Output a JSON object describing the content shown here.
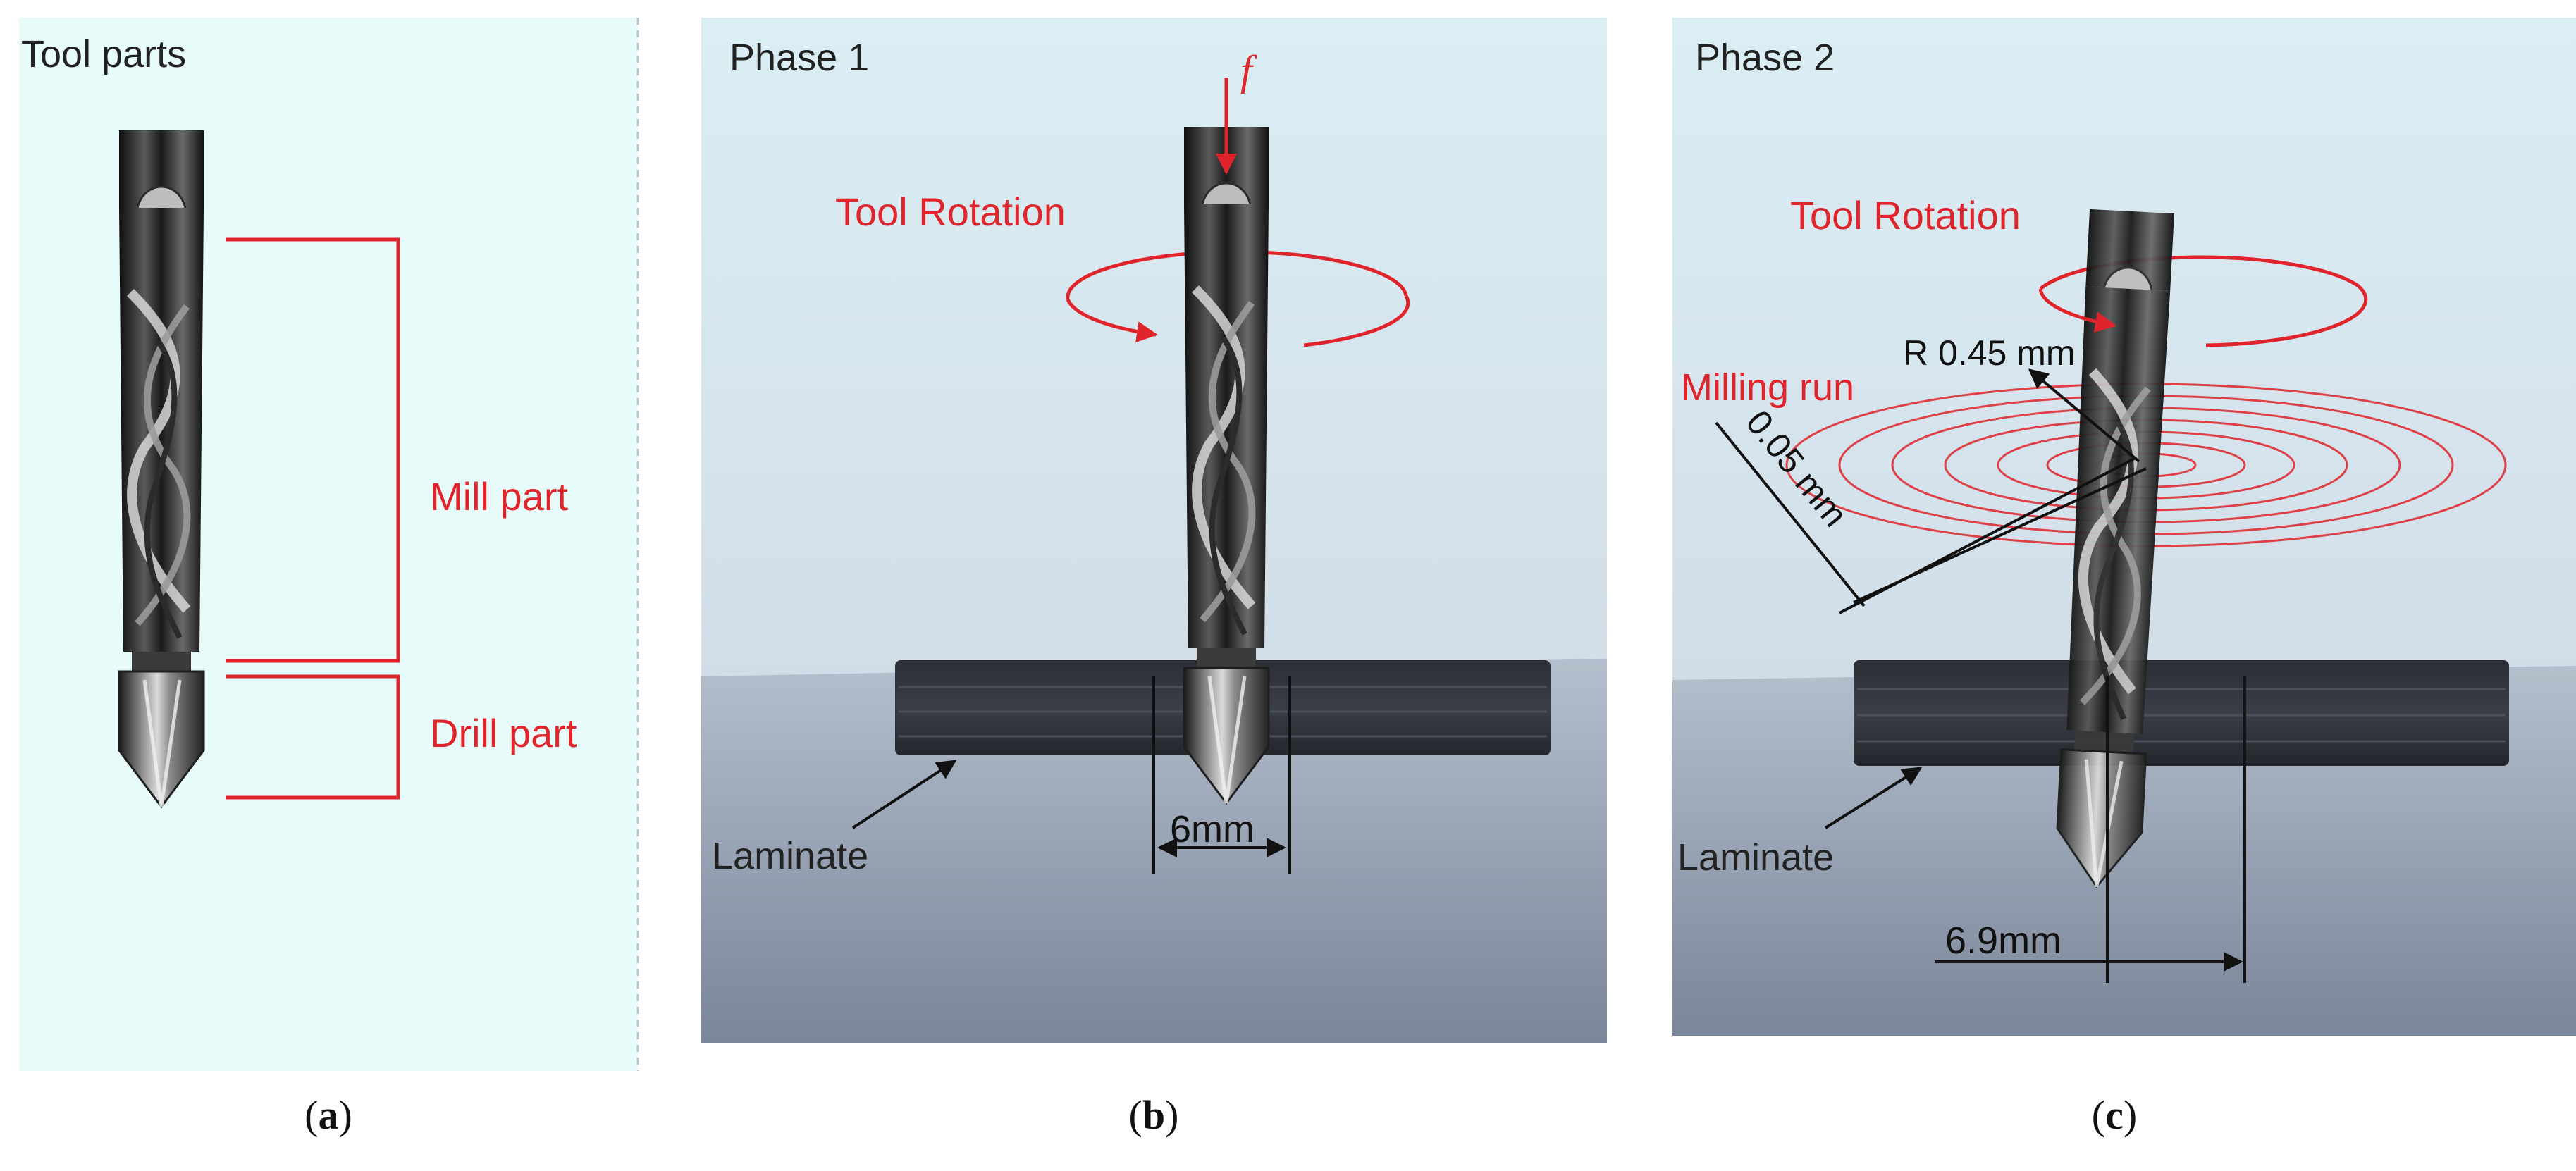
{
  "panels": {
    "a": {
      "title": "Tool parts",
      "labels": {
        "mill": "Mill part",
        "drill": "Drill part"
      },
      "caption_paren_open": "(",
      "caption_letter": "a",
      "caption_paren_close": ")"
    },
    "b": {
      "title": "Phase 1",
      "feed_symbol": "f",
      "rotation_label": "Tool Rotation",
      "material_label": "Laminate",
      "dimension_label": "6mm",
      "caption_paren_open": "(",
      "caption_letter": "b",
      "caption_paren_close": ")"
    },
    "c": {
      "title": "Phase 2",
      "rotation_label": "Tool Rotation",
      "radius_label": "R 0.45 mm",
      "run_label": "Milling run",
      "step_label": "0.05 mm",
      "material_label": "Laminate",
      "dimension_label": "6.9mm",
      "caption_paren_open": "(",
      "caption_letter": "c",
      "caption_paren_close": ")"
    }
  },
  "colors": {
    "annotation_red": "#e0242b",
    "panel_a_bg": "#e6fbfa",
    "sky_top": "#dbeef4",
    "sky_bottom": "#c9d6e2",
    "table_top": "#aeb8c6",
    "table_bottom": "#7f8ba0",
    "laminate": "#33373f",
    "tool_dark": "#262626",
    "tool_light": "#d8d8d8"
  }
}
